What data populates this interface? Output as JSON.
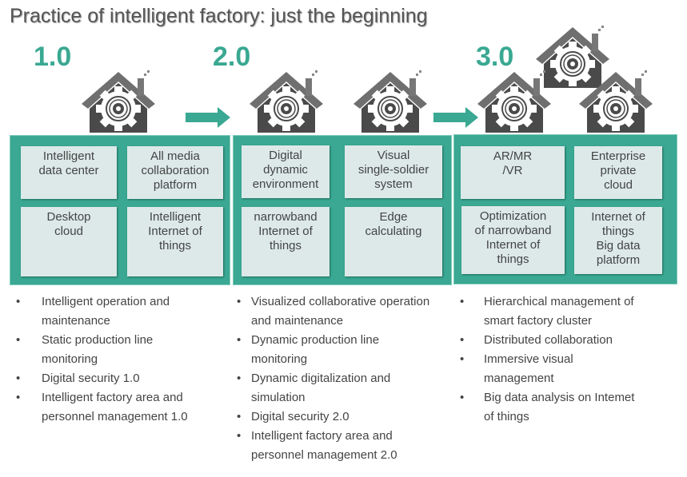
{
  "title": "Practice of intelligent factory: just the beginning",
  "colors": {
    "accent": "#3aa892",
    "tile": "#dde9e9",
    "house": "#4a4a4a"
  },
  "stages": [
    {
      "version": "1.0",
      "tiles": [
        "Intelligent\ndata center",
        "All media\ncollaboration\nplatform",
        "Desktop\ncloud",
        "Intelligent\nInternet of\nthings"
      ],
      "bullets": [
        "Intelligent operation and\nmaintenance",
        "Static production line\nmonitoring",
        "Digital security 1.0",
        "Intelligent factory area and\npersonnel management 1.0"
      ]
    },
    {
      "version": "2.0",
      "tiles": [
        "Digital\ndynamic\nenvironment",
        "Visual\nsingle-soldier\nsystem",
        "narrowband\nInternet of\nthings",
        "Edge\ncalculating"
      ],
      "bullets": [
        "Visualized collaborative operation\nand maintenance",
        "Dynamic production line\nmonitoring",
        "Dynamic digitalization and\nsimulation",
        "Digital security 2.0",
        "Intelligent factory area and\npersonnel management 2.0"
      ]
    },
    {
      "version": "3.0",
      "tiles": [
        "AR/MR\n/VR",
        "Enterprise\nprivate\ncloud",
        "Optimization\nof narrowband\nInternet of\nthings",
        "Internet of\nthings\nBig data\nplatform"
      ],
      "bullets": [
        "Hierarchical management of\nsmart factory cluster",
        "Distributed collaboration",
        "Immersive visual\nmanagement",
        "Big data analysis on Intemet\nof things"
      ]
    }
  ]
}
